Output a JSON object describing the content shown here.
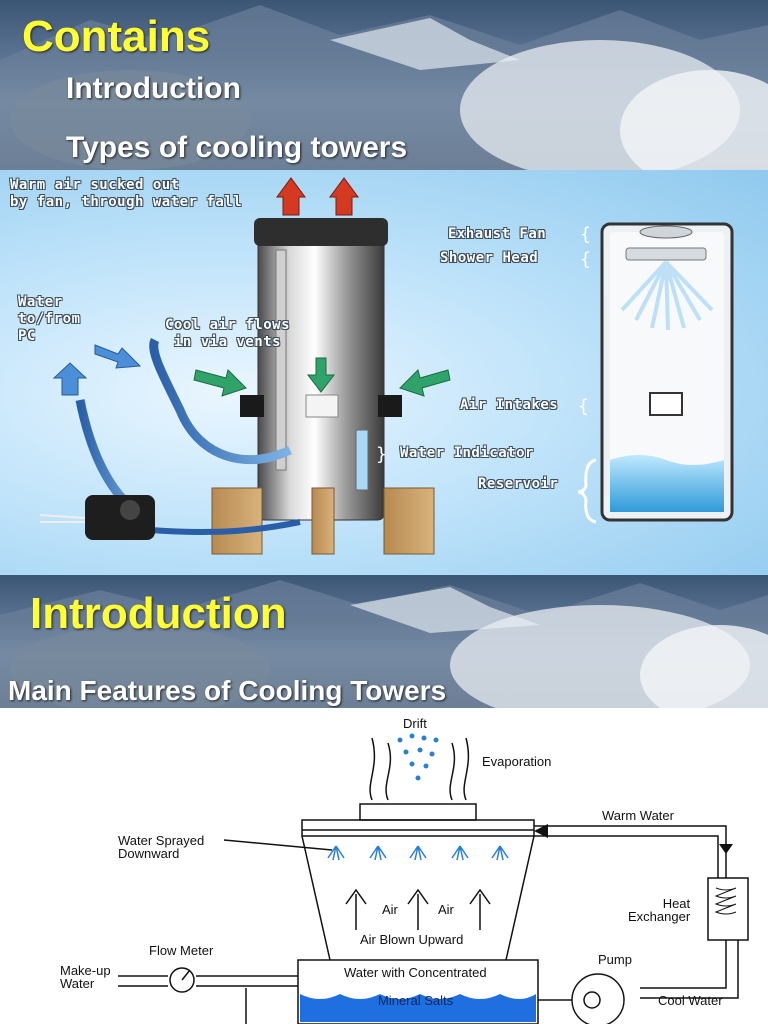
{
  "slide1": {
    "title": "Contains",
    "bullets": [
      "Introduction",
      "Types of cooling towers"
    ]
  },
  "diagram1": {
    "labels": {
      "warm_air": "Warm air sucked out\nby fan, through water fall",
      "water_pc": "Water\nto/from\nPC",
      "cool_air": "Cool air flows\n in via vents",
      "exhaust_fan": "Exhaust Fan",
      "shower_head": "Shower Head",
      "air_intakes": "Air Intakes",
      "water_indicator": "Water Indicator",
      "reservoir": "Reservoir"
    }
  },
  "slide2": {
    "title": "Introduction",
    "subtitle": "Main Features of Cooling Towers"
  },
  "diagram2": {
    "labels": {
      "drift": "Drift",
      "evaporation": "Evaporation",
      "warm_water": "Warm Water",
      "water_sprayed": "Water Sprayed\nDownward",
      "air": "Air",
      "air_blown": "Air Blown Upward",
      "heat_exchanger": "Heat\nExchanger",
      "flow_meter": "Flow Meter",
      "pump": "Pump",
      "makeup_water": "Make-up\nWater",
      "concentrated": "Water with Concentrated",
      "mineral_salts": "Mineral Salts",
      "cool_water": "Cool Water"
    }
  }
}
